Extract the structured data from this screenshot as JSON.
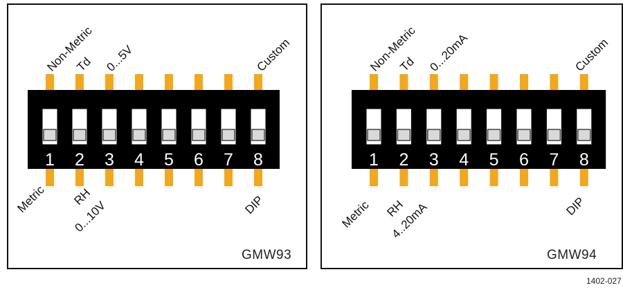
{
  "figure_id": "1402-027",
  "colors": {
    "pin": "#f2a81d",
    "body": "#000000",
    "slot": "#ffffff",
    "knob": "#d9d9d9",
    "border": "#111111"
  },
  "panels": [
    {
      "model": "GMW93",
      "switch_numbers": [
        "1",
        "2",
        "3",
        "4",
        "5",
        "6",
        "7",
        "8"
      ],
      "top_labels": [
        "Non-Metric",
        "Td",
        "0...5V",
        "Custom"
      ],
      "bottom_labels": [
        "Metric",
        "RH",
        "0...10V",
        "DIP"
      ]
    },
    {
      "model": "GMW94",
      "switch_numbers": [
        "1",
        "2",
        "3",
        "4",
        "5",
        "6",
        "7",
        "8"
      ],
      "top_labels": [
        "Non-Metric",
        "Td",
        "0...20mA",
        "Custom"
      ],
      "bottom_labels": [
        "Metric",
        "RH",
        "4..20mA",
        "DIP"
      ]
    }
  ]
}
